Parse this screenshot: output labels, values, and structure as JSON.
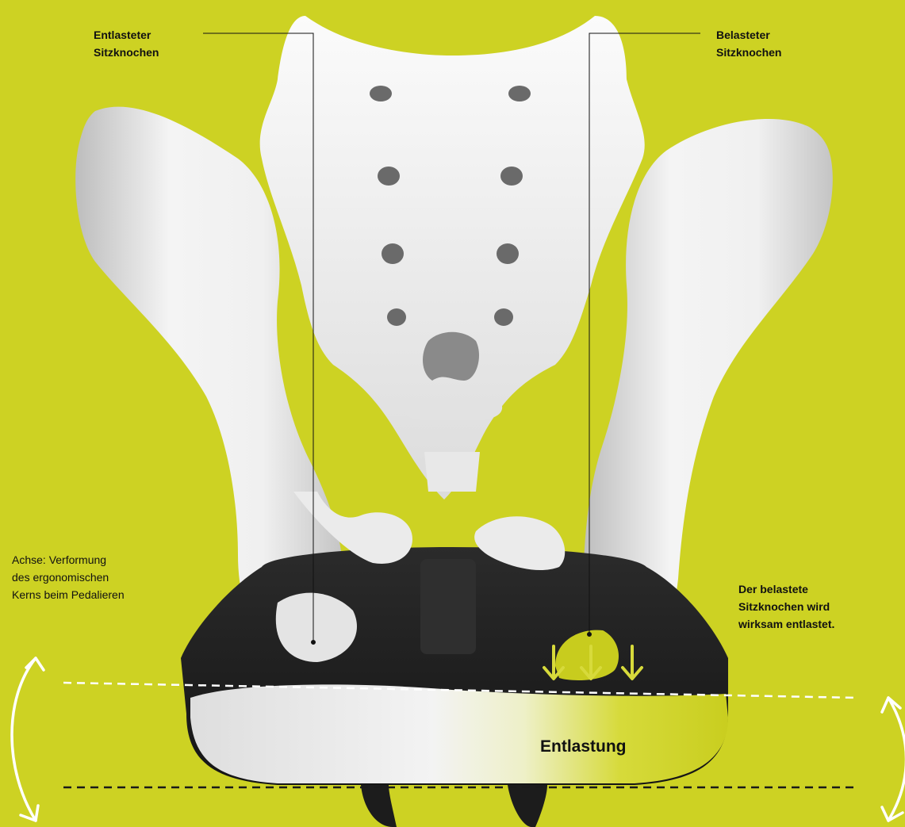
{
  "labels": {
    "unloaded_bone": [
      "Entlasteter",
      "Sitzknochen"
    ],
    "loaded_bone": [
      "Belasteter",
      "Sitzknochen"
    ],
    "axis_note": [
      "Achse: Verformung",
      "des ergonomischen",
      "Kerns beim Pedalieren"
    ],
    "relief_note": [
      "Der belastete",
      "Sitzknochen wird",
      "wirksam entlastet."
    ],
    "relief": "Entlastung"
  },
  "colors": {
    "background": "#cdd223",
    "bone": "#eeeeee",
    "saddle": "#1f1f1f",
    "foam": "#e6e6e6",
    "highlight": "#c8cc1e",
    "arrow": "#d7da3b"
  }
}
